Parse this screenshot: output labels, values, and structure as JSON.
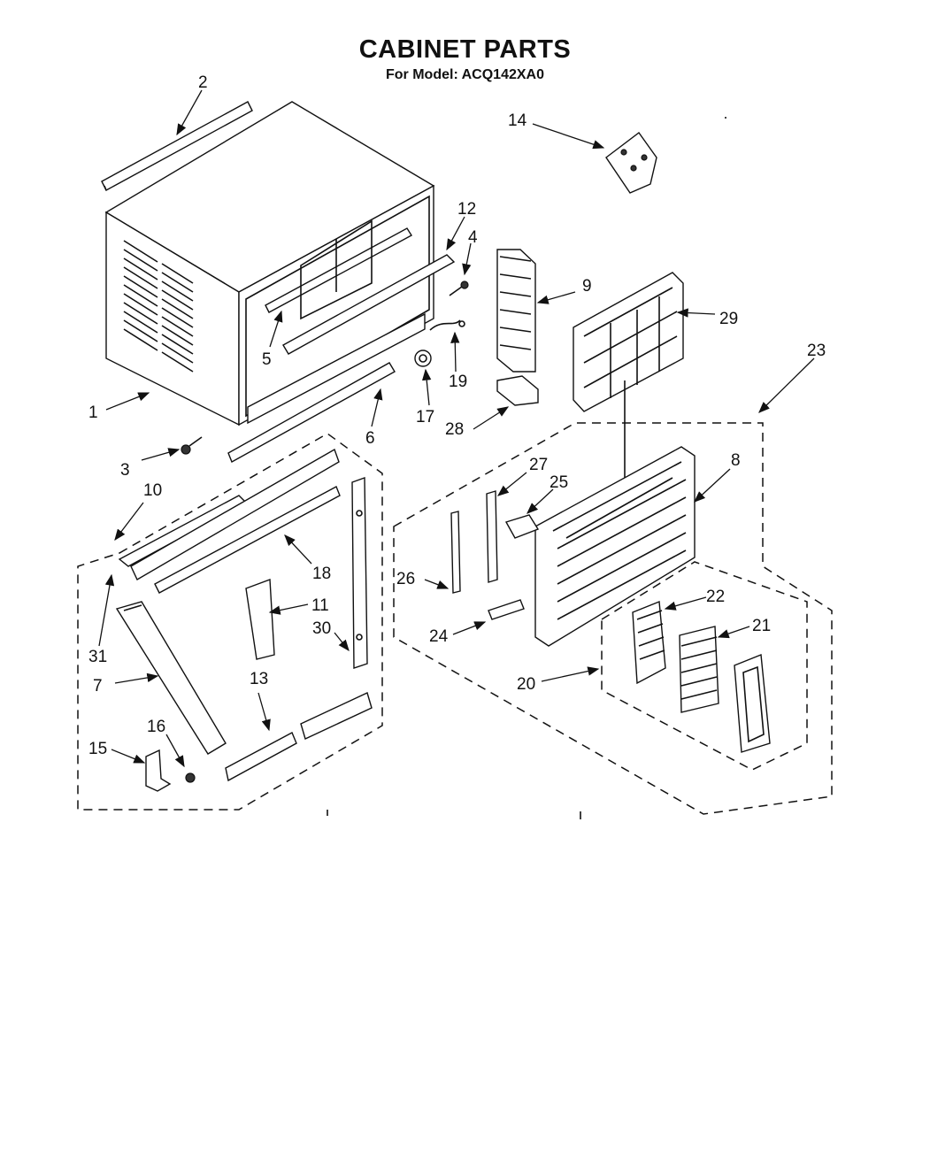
{
  "title": "CABINET PARTS",
  "subtitle": "For Model: ACQ142XA0",
  "callouts": [
    {
      "id": "c1",
      "label": "1"
    },
    {
      "id": "c2",
      "label": "2"
    },
    {
      "id": "c3",
      "label": "3"
    },
    {
      "id": "c4",
      "label": "4"
    },
    {
      "id": "c5",
      "label": "5"
    },
    {
      "id": "c6",
      "label": "6"
    },
    {
      "id": "c7",
      "label": "7"
    },
    {
      "id": "c8",
      "label": "8"
    },
    {
      "id": "c9",
      "label": "9"
    },
    {
      "id": "c10",
      "label": "10"
    },
    {
      "id": "c11",
      "label": "11"
    },
    {
      "id": "c12",
      "label": "12"
    },
    {
      "id": "c13",
      "label": "13"
    },
    {
      "id": "c14",
      "label": "14"
    },
    {
      "id": "c15",
      "label": "15"
    },
    {
      "id": "c16",
      "label": "16"
    },
    {
      "id": "c17",
      "label": "17"
    },
    {
      "id": "c18",
      "label": "18"
    },
    {
      "id": "c19",
      "label": "19"
    },
    {
      "id": "c20",
      "label": "20"
    },
    {
      "id": "c21",
      "label": "21"
    },
    {
      "id": "c22",
      "label": "22"
    },
    {
      "id": "c23",
      "label": "23"
    },
    {
      "id": "c24",
      "label": "24"
    },
    {
      "id": "c25",
      "label": "25"
    },
    {
      "id": "c26",
      "label": "26"
    },
    {
      "id": "c27",
      "label": "27"
    },
    {
      "id": "c28",
      "label": "28"
    },
    {
      "id": "c29",
      "label": "29"
    },
    {
      "id": "c30",
      "label": "30"
    },
    {
      "id": "c31",
      "label": "31"
    }
  ]
}
